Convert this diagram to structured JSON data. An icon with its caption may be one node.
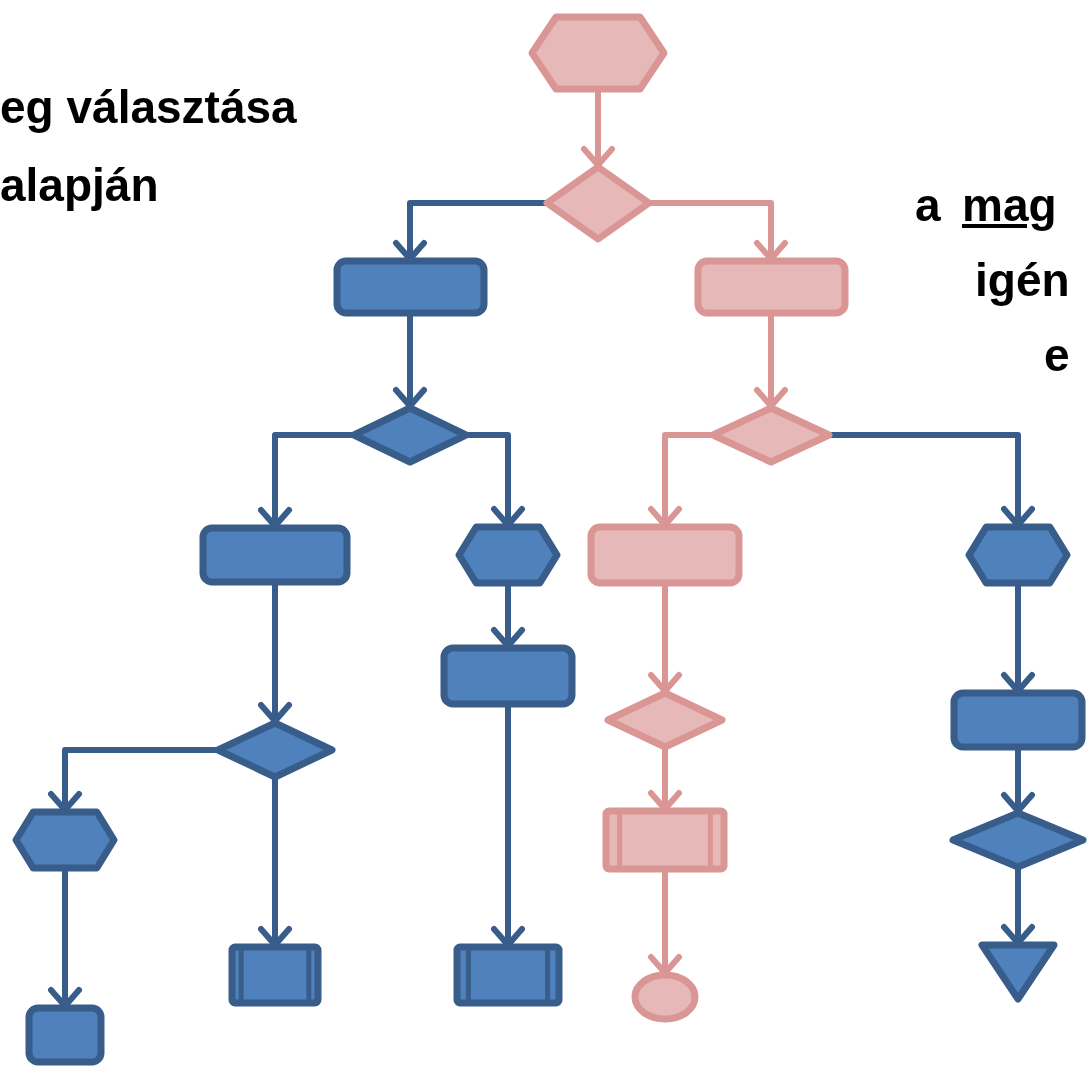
{
  "diagram": {
    "nodes": [
      {
        "text": [],
        "shape": "hexagon"
      },
      {
        "text": [],
        "shape": "diamond"
      },
      {
        "text": [],
        "shape": "box"
      },
      {
        "text": [],
        "shape": "box"
      },
      {
        "text": [],
        "shape": "diamond"
      },
      {
        "text": [],
        "shape": "diamond"
      },
      {
        "text": [],
        "shape": "box"
      },
      {
        "text": [],
        "shape": "hexagon"
      },
      {
        "text": [],
        "shape": "box"
      },
      {
        "text": [],
        "shape": "hexagon"
      },
      {
        "text": [],
        "shape": "box"
      },
      {
        "text": [],
        "shape": "diamond"
      },
      {
        "text": [],
        "shape": "diamond"
      },
      {
        "text": [],
        "shape": "box"
      },
      {
        "text": [],
        "shape": "hexagon"
      },
      {
        "text": [],
        "shape": "process"
      },
      {
        "text": [],
        "shape": "diamond"
      },
      {
        "text": [],
        "shape": "process"
      },
      {
        "text": [],
        "shape": "process"
      },
      {
        "text": [],
        "shape": "circle"
      },
      {
        "text": [],
        "shape": "triangle"
      },
      {
        "text": [],
        "shape": "box"
      }
    ],
    "edges": [
      {
        "from": 0,
        "to": 1,
        "arrow": "to",
        "color": "#d99694"
      },
      {
        "from": 1,
        "to": 2,
        "arrow": "to"
      },
      {
        "from": 1,
        "to": 3,
        "arrow": "to",
        "color": "#d99694"
      },
      {
        "from": 2,
        "to": 4,
        "arrow": "to"
      },
      {
        "from": 3,
        "to": 5,
        "arrow": "to",
        "color": "#d99694"
      },
      {
        "from": 4,
        "to": 6,
        "arrow": "to"
      },
      {
        "from": 4,
        "to": 7,
        "arrow": "to"
      },
      {
        "from": 5,
        "to": 8,
        "arrow": "to",
        "color": "#d99694"
      },
      {
        "from": 5,
        "to": 9,
        "arrow": "to"
      },
      {
        "from": 6,
        "to": 11,
        "arrow": "to"
      },
      {
        "from": 7,
        "to": 10,
        "arrow": "to"
      },
      {
        "from": 8,
        "to": 12,
        "arrow": "to",
        "color": "#d99694"
      },
      {
        "from": 9,
        "to": 13,
        "arrow": "to"
      },
      {
        "from": 11,
        "to": 14,
        "arrow": "to"
      },
      {
        "from": 11,
        "to": 17,
        "arrow": "to"
      },
      {
        "from": 10,
        "to": 18,
        "arrow": "to"
      },
      {
        "from": 12,
        "to": 15,
        "arrow": "to",
        "color": "#d99694"
      },
      {
        "from": 13,
        "to": 16,
        "arrow": "to"
      },
      {
        "from": 14,
        "to": 21,
        "arrow": "to"
      },
      {
        "from": 15,
        "to": 19,
        "arrow": "to",
        "color": "#d99694"
      },
      {
        "from": 16,
        "to": 20,
        "arrow": "to"
      }
    ],
    "labels": [
      "eg választása",
      "alapján",
      "a",
      "mag",
      "igén",
      "e"
    ]
  }
}
